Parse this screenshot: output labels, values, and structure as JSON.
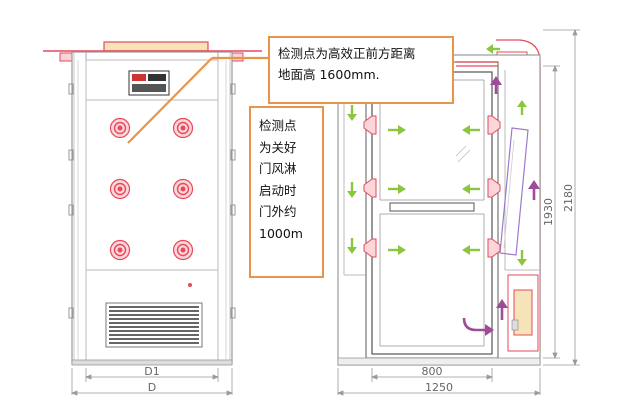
{
  "callouts": {
    "top": {
      "lines": [
        "检测点为高效正前方距离",
        "地面高 1600mm."
      ]
    },
    "side": {
      "lines": [
        "检测点",
        "为关好",
        "门风淋",
        "启动时",
        "门外约",
        "1000m"
      ]
    }
  },
  "dimensions": {
    "front_inner_width": "D1",
    "front_outer_width": "D",
    "door_width": "800",
    "side_total_width": "1250",
    "inner_height": "1930",
    "total_height": "2180"
  },
  "colors": {
    "callout_border": "#e8954a",
    "pointer_line": "#e8954a",
    "nozzle": "#e44a5a",
    "airflow_arrow": "#8cc63f",
    "return_arrow": "#a04a9a",
    "outline": "#999999"
  }
}
